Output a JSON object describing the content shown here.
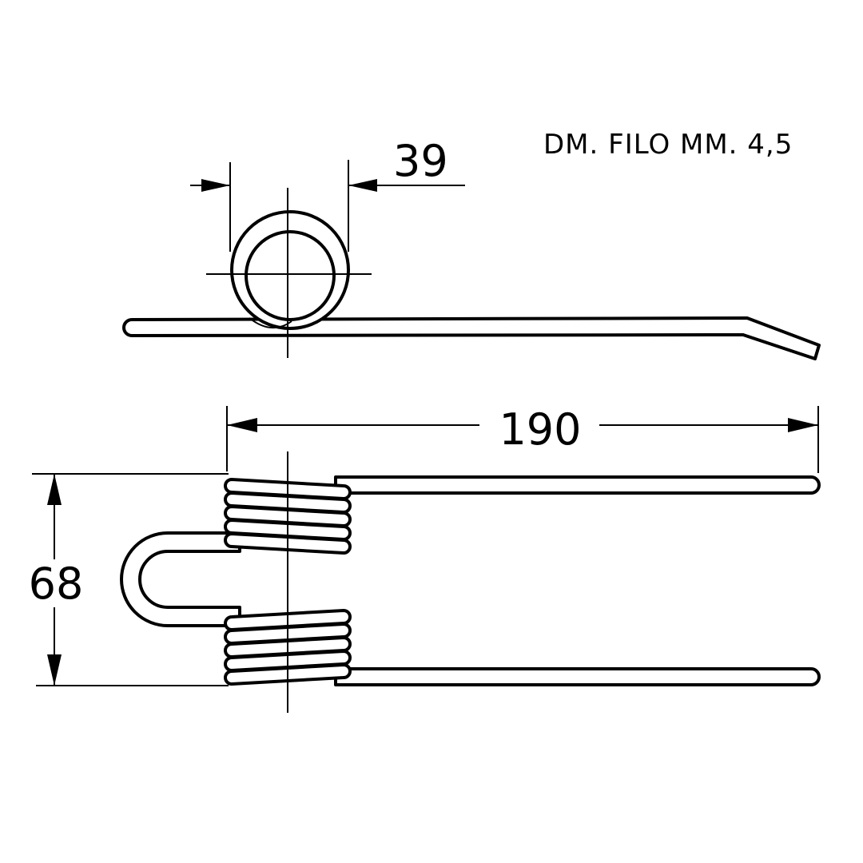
{
  "note": "DM. FILO MM. 4,5",
  "dimensions": {
    "coil_diameter": "39",
    "length": "190",
    "height": "68"
  },
  "colors": {
    "line": "#000000",
    "background": "#ffffff"
  }
}
